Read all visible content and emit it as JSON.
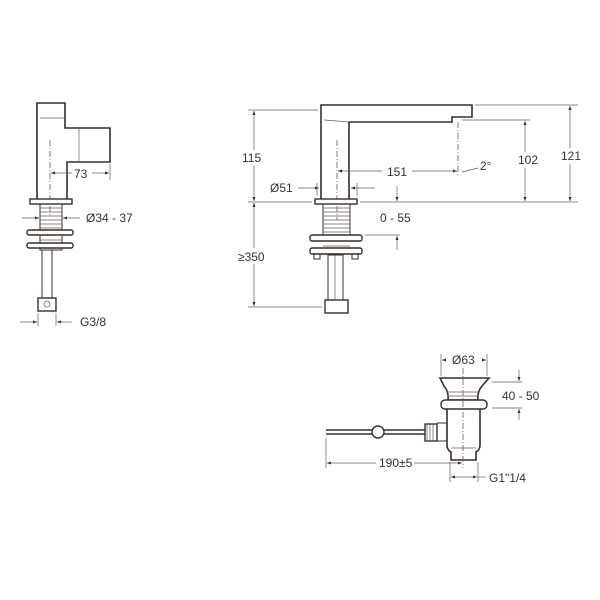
{
  "drawings": {
    "side_view": {
      "dim_depth": "73",
      "dim_hole_diameter": "Ø34 - 37",
      "dim_connection": "G3/8"
    },
    "front_view": {
      "dim_height_above_deck": "115",
      "dim_hose_length": "≥350",
      "dim_reach": "151",
      "dim_body_diameter": "Ø51",
      "dim_deck_thickness": "0 - 55",
      "dim_outlet_height": "102",
      "dim_total_height": "121",
      "dim_angle": "2°"
    },
    "drain": {
      "dim_flange_diameter": "Ø63",
      "dim_basin_thickness": "40 - 50",
      "dim_rod_length": "190±5",
      "dim_thread": "G1\"1/4"
    }
  },
  "colors": {
    "line": "#3b2c28",
    "text": "#3a302c"
  }
}
